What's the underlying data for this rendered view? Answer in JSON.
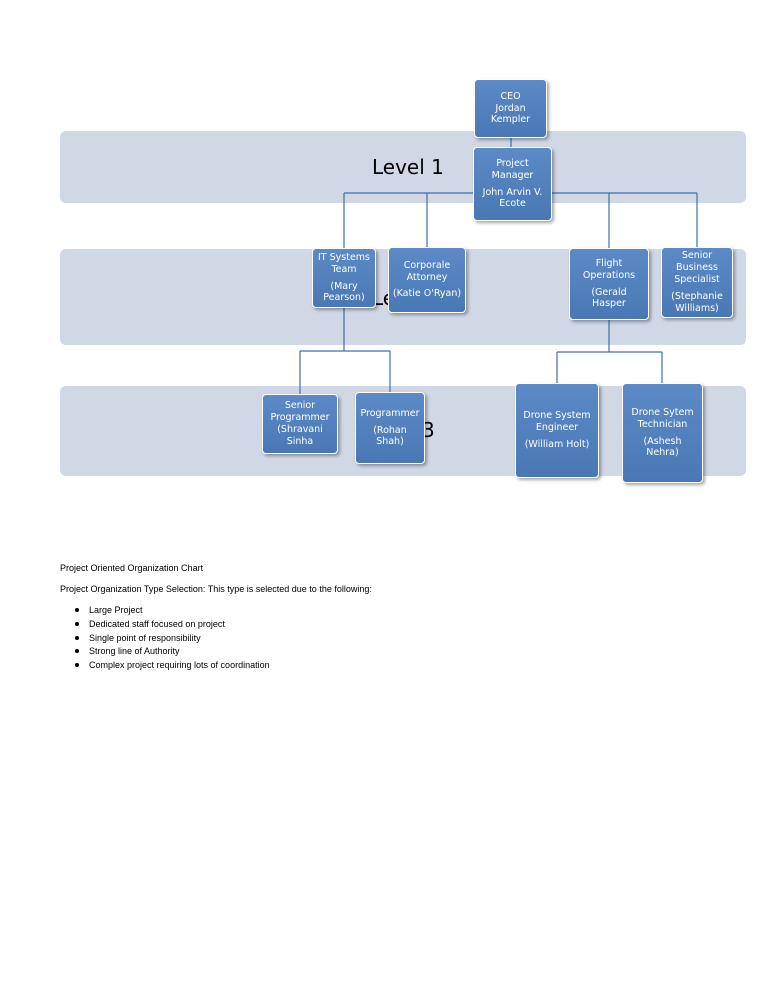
{
  "chart": {
    "levels": [
      "Level 1",
      "Le",
      "3"
    ],
    "ceo": {
      "title": "CEO",
      "name": "Jordan Kempler"
    },
    "pm": {
      "title": "Project Manager",
      "name_line1": "John Arvin V.",
      "name_line2": "Ecote"
    },
    "it": {
      "title_line1": "IT Systems",
      "title_line2": "Team",
      "name_line1": "(Mary",
      "name_line2": "Pearson)"
    },
    "attorney": {
      "title_line1": "Corporale",
      "title_line2": "Attorney",
      "name": "(Katie O'Ryan)"
    },
    "flight": {
      "title": "Flight Operations",
      "name": "(Gerald Hasper"
    },
    "business": {
      "title_line1": "Senior Business",
      "title_line2": "Specialist",
      "name_line1": "(Stephanie",
      "name_line2": "Williams)"
    },
    "senior_programmer": {
      "title_line1": "Senior",
      "title_line2": "Programmer",
      "name": "(Shravani Sinha"
    },
    "programmer": {
      "title": "Programmer",
      "name": "(Rohan Shah)"
    },
    "drone_engineer": {
      "title_line1": "Drone System",
      "title_line2": "Engineer",
      "name": "(William Holt)"
    },
    "drone_technician": {
      "title_line1": "Drone Sytem",
      "title_line2": "Technician",
      "name": "(Ashesh Nehra)"
    }
  },
  "document": {
    "caption": "Project Oriented Organization Chart",
    "selection": "Project Organization Type Selection: This type is selected due to the following:",
    "reasons": [
      "Large Project",
      "Dedicated staff focused on project",
      "Single point of responsibility",
      "Strong line of Authority",
      "Complex project requiring lots of coordination"
    ]
  },
  "colors": {
    "band": "#d0d7e5",
    "node": "#4f81bd",
    "connector": "#3f6fa8"
  }
}
